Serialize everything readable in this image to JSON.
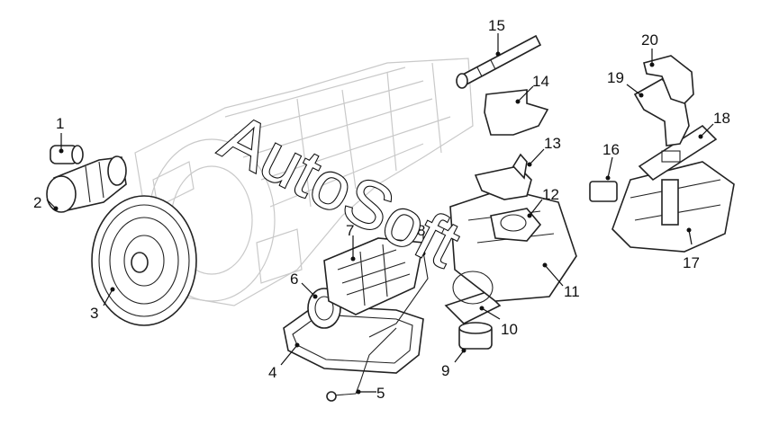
{
  "diagram": {
    "callouts": [
      "1",
      "2",
      "3",
      "4",
      "5",
      "6",
      "7",
      "8",
      "9",
      "10",
      "11",
      "12",
      "13",
      "14",
      "15",
      "16",
      "17",
      "18",
      "19",
      "20"
    ],
    "watermark": "AutoSoft"
  },
  "colors": {
    "line": "#222222",
    "ghost": "#c9c9c9",
    "background": "#ffffff"
  }
}
